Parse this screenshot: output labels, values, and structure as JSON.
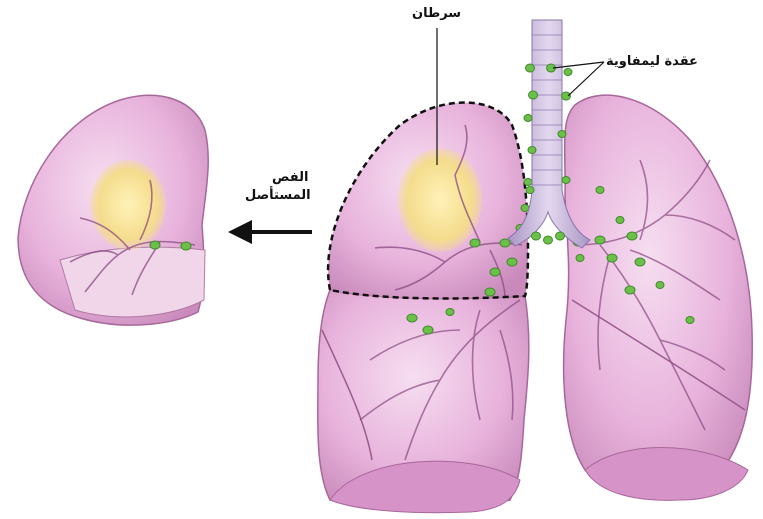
{
  "labels": {
    "cancer": "سرطان",
    "lymph_node": "عقدة ليمفاوية",
    "removed_lobe_line1": "الفص",
    "removed_lobe_line2": "المستأصل"
  },
  "colors": {
    "lung_fill": "#e4a8d8",
    "lung_light": "#f3d3ec",
    "lung_edge": "#a8679a",
    "vessel": "#8a4a82",
    "tumor": "#f4dc8c",
    "tumor_edge": "#d9b24a",
    "node": "#6cc04a",
    "node_edge": "#3f8a2a",
    "trachea": "#c8b6d8",
    "dashed": "#111111"
  }
}
